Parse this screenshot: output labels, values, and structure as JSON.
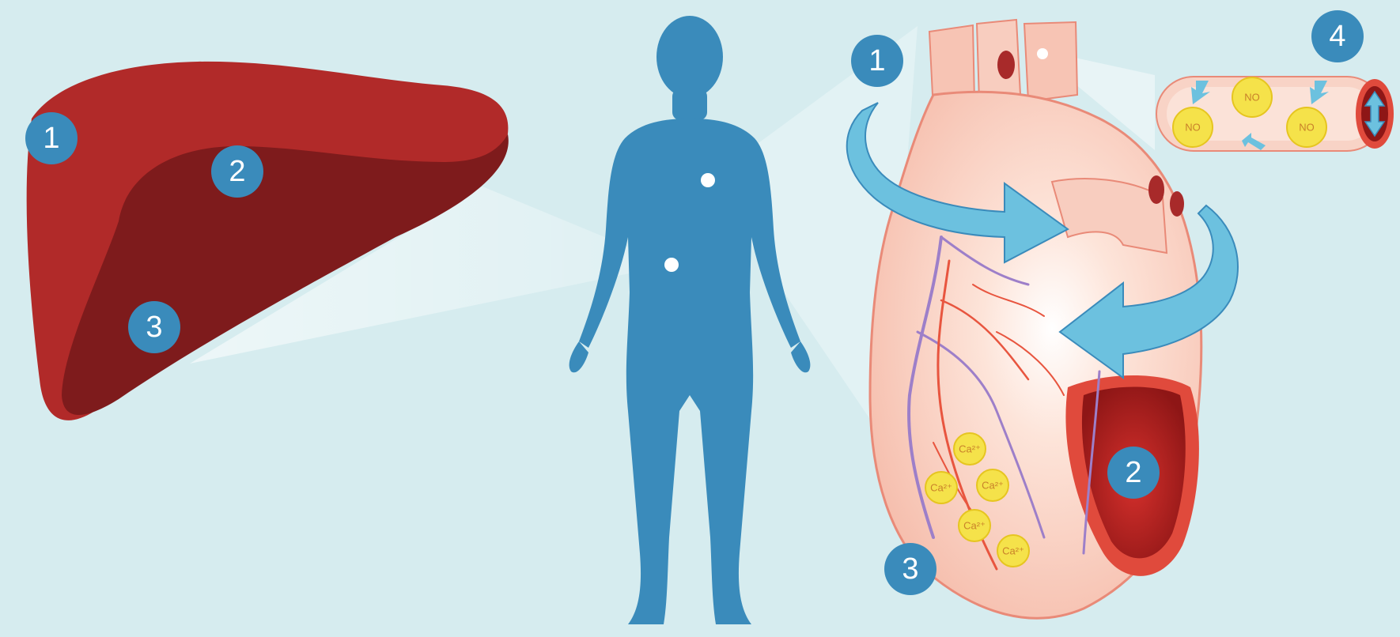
{
  "colors": {
    "background": "#d6ecef",
    "accent_blue": "#3a8bbb",
    "liver_light": "#b12a29",
    "liver_dark": "#7e1b1c",
    "heart_skin": "#f8cfc0",
    "arrow_blue": "#6cc1df",
    "molecule_yellow": "#f5e24a"
  },
  "liver": {
    "markers": [
      {
        "label": "1"
      },
      {
        "label": "2"
      },
      {
        "label": "3"
      }
    ]
  },
  "heart": {
    "markers": [
      {
        "label": "1"
      },
      {
        "label": "2"
      },
      {
        "label": "3"
      }
    ],
    "calcium_molecules": [
      {
        "label": "Ca²⁺"
      },
      {
        "label": "Ca²⁺"
      },
      {
        "label": "Ca²⁺"
      },
      {
        "label": "Ca²⁺"
      },
      {
        "label": "Ca²⁺"
      }
    ]
  },
  "vessel": {
    "marker": {
      "label": "4"
    },
    "no_molecules": [
      {
        "label": "NO"
      },
      {
        "label": "NO"
      },
      {
        "label": "NO"
      }
    ]
  },
  "icons": [
    "human-body-icon",
    "liver-icon",
    "heart-icon",
    "blood-vessel-icon",
    "rotation-arrow-icon",
    "dilation-arrow-icon"
  ]
}
